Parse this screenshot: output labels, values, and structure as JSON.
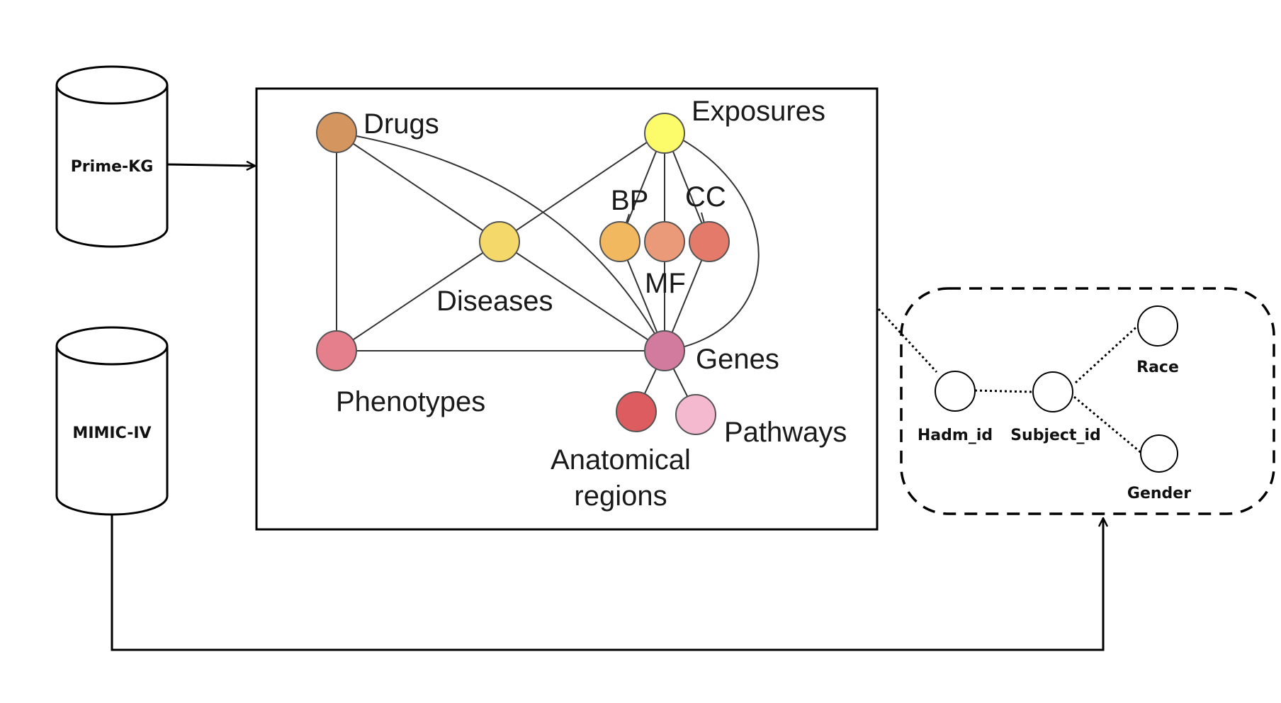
{
  "databases": {
    "prime_kg": "Prime-KG",
    "mimic_iv": "MIMIC-IV"
  },
  "knowledge_graph": {
    "nodes": {
      "drugs": {
        "label": "Drugs",
        "color": "#d4955e"
      },
      "exposures": {
        "label": "Exposures",
        "color": "#fcfc6a"
      },
      "diseases": {
        "label": "Diseases",
        "color": "#f4d86a"
      },
      "bp": {
        "label": "BP",
        "color": "#f2b860"
      },
      "mf": {
        "label": "MF",
        "color": "#ea9a78"
      },
      "cc": {
        "label": "CC",
        "color": "#e47a6a"
      },
      "phenotypes": {
        "label": "Phenotypes",
        "color": "#e67f8c"
      },
      "genes": {
        "label": "Genes",
        "color": "#d27b9e"
      },
      "anatomical": {
        "label_line1": "Anatomical",
        "label_line2": "regions",
        "color": "#dc5c60"
      },
      "pathways": {
        "label": "Pathways",
        "color": "#f4b8cf"
      }
    }
  },
  "patient_graph": {
    "hadm_id": "Hadm_id",
    "subject_id": "Subject_id",
    "race": "Race",
    "gender": "Gender"
  }
}
